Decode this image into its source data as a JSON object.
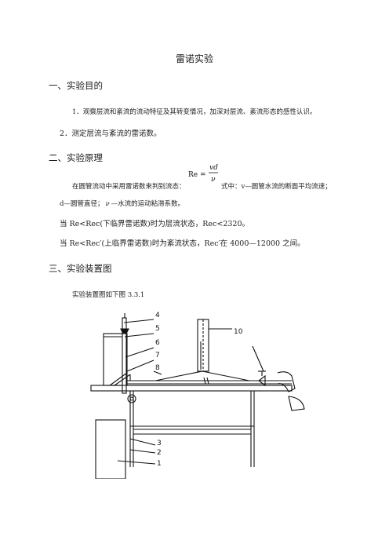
{
  "doc": {
    "title": "雷诺实验",
    "section1": {
      "heading": "一、实验目的",
      "item1": "1．观察层流和紊流的流动特征及其转变情况，加深对层流、紊流形态的感性认识。",
      "item2": "2．测定层流与紊流的雷诺数。"
    },
    "section2": {
      "heading": "二、实验原理",
      "line1_a": "在圆管流动中采用雷诺数来判别流态：",
      "formula_lhs": "Re =",
      "formula_num": "vd",
      "formula_den": "ν",
      "line1_b": "式中：v—圆管水流的断面平均流速；",
      "line2_a": "d—圆管直径；",
      "line2_sym": "ν",
      "line2_b": "—水流的运动粘滞系数。",
      "line3": "当 Re<Rec(下临界雷诺数)时为层流状态，Rec<2320。",
      "line4": "当 Re<Rec′(上临界雷诺数)时为紊流状态，Rec′在 4000—12000 之间。"
    },
    "section3": {
      "heading": "三、实验装置图",
      "caption": "实验装置图如下图 3.3.1"
    }
  },
  "diagram_labels": {
    "l1": "1",
    "l2": "2",
    "l3": "3",
    "l4": "4",
    "l5": "5",
    "l6": "6",
    "l7": "7",
    "l8": "8",
    "l10": "10"
  }
}
